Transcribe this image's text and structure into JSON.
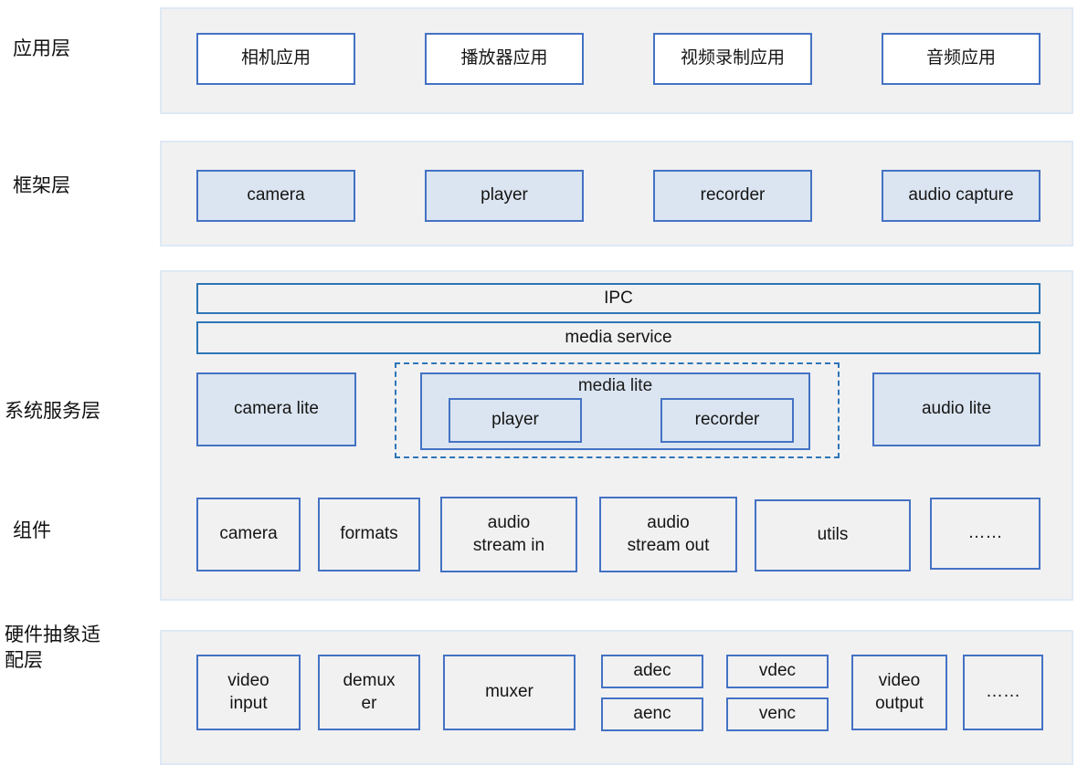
{
  "layer_labels": {
    "application": "应用层",
    "framework": "框架层",
    "system_service": "系统服务层",
    "components": "组件",
    "hal": "硬件抽象适配层"
  },
  "application_layer": {
    "boxes": [
      "相机应用",
      "播放器应用",
      "视频录制应用",
      "音频应用"
    ]
  },
  "framework_layer": {
    "boxes": [
      "camera",
      "player",
      "recorder",
      "audio capture"
    ]
  },
  "system_service_layer": {
    "ipc": "IPC",
    "media_service": "media service",
    "camera_lite": "camera lite",
    "media_lite": {
      "title": "media lite",
      "children": [
        "player",
        "recorder"
      ]
    },
    "audio_lite": "audio lite"
  },
  "components_layer": {
    "boxes": [
      "camera",
      "formats",
      "audio stream in",
      "audio stream out",
      "utils",
      "……"
    ]
  },
  "hal_layer": {
    "video_input": "video input",
    "demuxer": "demuxer",
    "muxer": "muxer",
    "adec": "adec",
    "aenc": "aenc",
    "vdec": "vdec",
    "venc": "venc",
    "video_output": "video output",
    "more": "……"
  },
  "colors": {
    "band_background": "#f1f1f2",
    "band_border": "#dfe9f5",
    "box_border_blue": "#4472c4",
    "bar_border_blue": "#2e75b6",
    "box_fill_light_blue": "#dbe5f1",
    "box_fill_white": "#ffffff",
    "text": "#151515"
  }
}
